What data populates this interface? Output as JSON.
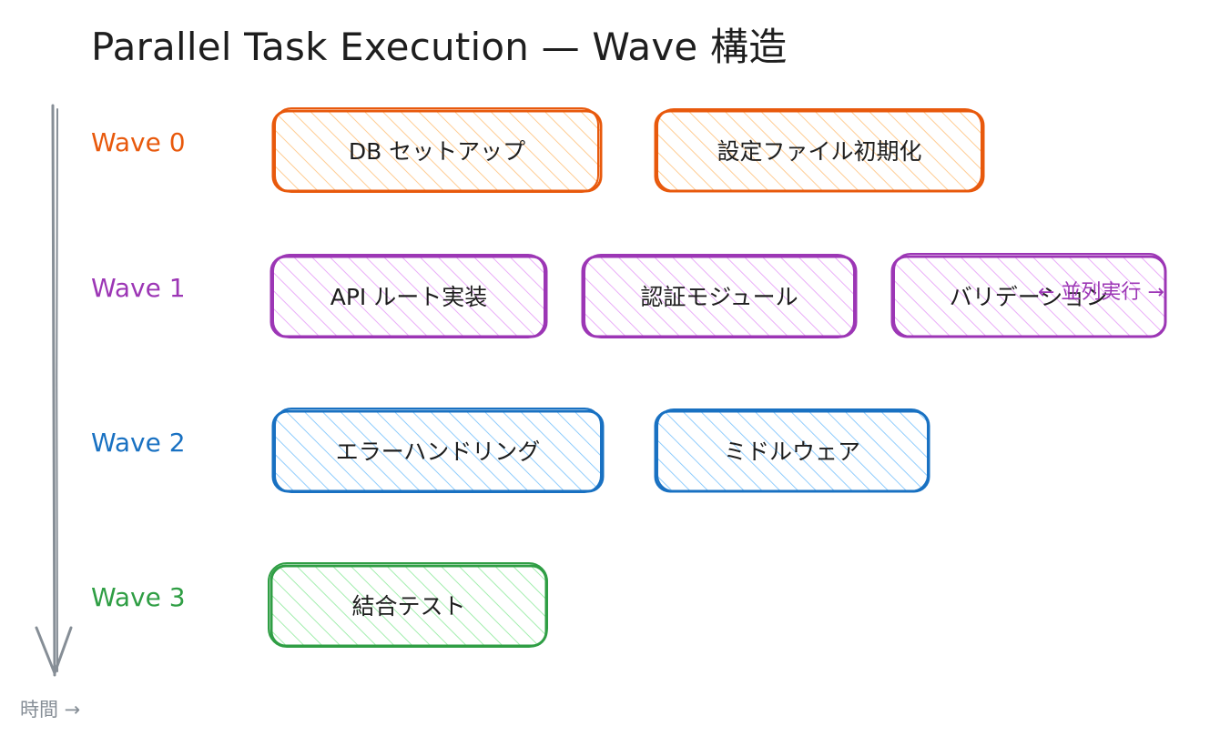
{
  "title": "Parallel Task Execution — Wave 構造",
  "colors": {
    "wave0": "#e8590c",
    "wave0_fill": "#ffd8a8",
    "wave1": "#9c36b5",
    "wave1_fill": "#eebefa",
    "wave2": "#1971c2",
    "wave2_fill": "#a5d8ff",
    "wave3": "#2f9e44",
    "wave3_fill": "#b2f2bb",
    "axis": "#868e96"
  },
  "waves": [
    {
      "label": "Wave 0",
      "tasks": [
        "DB セットアップ",
        "設定ファイル初期化"
      ]
    },
    {
      "label": "Wave 1",
      "tasks": [
        "API ルート実装",
        "認証モジュール",
        "バリデーション"
      ]
    },
    {
      "label": "Wave 2",
      "tasks": [
        "エラーハンドリング",
        "ミドルウェア"
      ]
    },
    {
      "label": "Wave 3",
      "tasks": [
        "結合テスト"
      ]
    }
  ],
  "parallel_label": "← 並列実行 →",
  "time_label": "時間 →"
}
